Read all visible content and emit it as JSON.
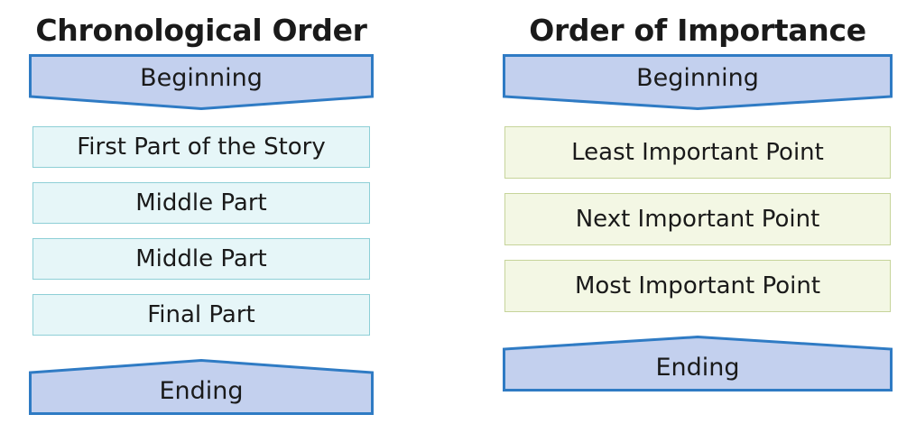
{
  "colors": {
    "chevron_fill": "#c3d0ee",
    "chevron_stroke": "#2f7bc4",
    "blue_box_fill": "#e6f6f8",
    "blue_box_stroke": "#8ecfd6",
    "green_box_fill": "#f3f7e4",
    "green_box_stroke": "#c6d49a",
    "text": "#1a1a1a"
  },
  "columns": [
    {
      "title": "Chronological Order",
      "top_label": "Beginning",
      "bottom_label": "Ending",
      "steps": [
        "First Part of the Story",
        "Middle Part",
        "Middle Part",
        "Final Part"
      ]
    },
    {
      "title": "Order of Importance",
      "top_label": "Beginning",
      "bottom_label": "Ending",
      "steps": [
        "Least Important Point",
        "Next Important Point",
        "Most Important Point"
      ]
    }
  ]
}
